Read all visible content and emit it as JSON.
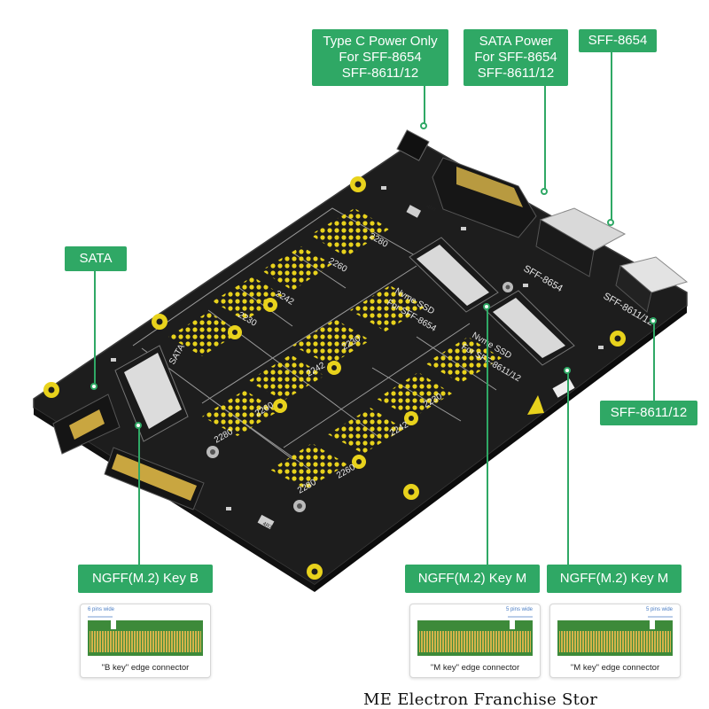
{
  "callouts": {
    "type_c": [
      "Type C Power Only",
      "For SFF-8654",
      "SFF-8611/12"
    ],
    "sata_power": [
      "SATA Power",
      "For SFF-8654",
      "SFF-8611/12"
    ],
    "sff8654": "SFF-8654",
    "sata": "SATA",
    "sff8611_right": "SFF-8611/12",
    "key_b": "NGFF(M.2) Key B",
    "key_m_1": "NGFF(M.2) Key M",
    "key_m_2": "NGFF(M.2) Key M"
  },
  "board": {
    "silk_sff8654": "SFF-8654",
    "silk_sff8611": "SFF-8611/12",
    "silk_nvme_8654": [
      "Nvme SSD",
      "For SFF-8654"
    ],
    "silk_nvme_8611": [
      "Nvme SSD",
      "For SFF-8611/12"
    ],
    "silk_sata": "SATA",
    "slot_sizes": [
      "2280",
      "2260",
      "2242",
      "2230"
    ],
    "resistor": "4R7"
  },
  "connectors": [
    {
      "pins_label": "6 pins wide",
      "caption": "\"B key\" edge connector"
    },
    {
      "pins_label": "5 pins wide",
      "caption": "\"M key\" edge connector"
    },
    {
      "pins_label": "5 pins wide",
      "caption": "\"M key\" edge connector"
    }
  ],
  "watermark": "ME Electron Franchise Stor",
  "colors": {
    "callout_green": "#2fa865",
    "pcb_black": "#1c1c1c",
    "pad_yellow": "#e8d21c",
    "gold_finger": "#c9a640"
  }
}
